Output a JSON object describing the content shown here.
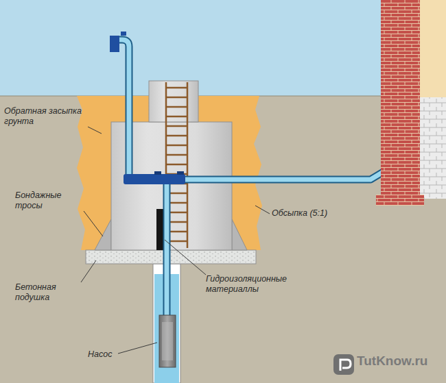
{
  "diagram": {
    "labels": [
      "Обратная засыпка грунта",
      "Бондажные тросы",
      "Бетонная подушка",
      "Гидроизоляционные материаллы",
      "Обсыпка (5:1)",
      "Насос",
      "TutKnow.ru"
    ]
  }
}
